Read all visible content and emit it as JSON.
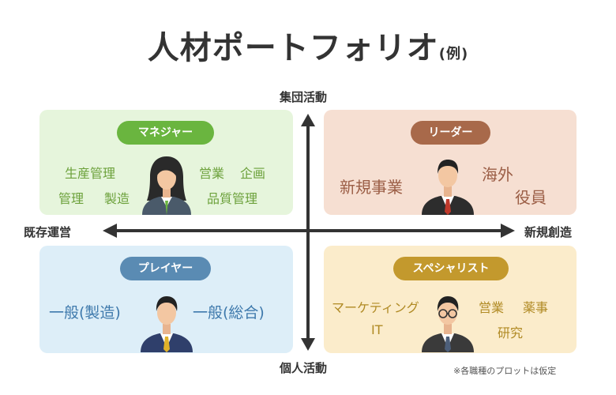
{
  "title": {
    "main": "人材ポートフォリオ",
    "sub": "(例)"
  },
  "axes": {
    "top": "集団活動",
    "bottom": "個人活動",
    "left": "既存運営",
    "right": "新規創造"
  },
  "quadrants": {
    "manager": {
      "badge": "マネジャー",
      "color": "#6ab53f",
      "items": [
        "生産管理",
        "管理",
        "製造",
        "営業",
        "企画",
        "品質管理"
      ]
    },
    "leader": {
      "badge": "リーダー",
      "color": "#a8694a",
      "items": [
        "新規事業",
        "海外",
        "役員"
      ]
    },
    "player": {
      "badge": "プレイヤー",
      "color": "#5a8bb3",
      "items": [
        "一般(製造)",
        "一般(総合)"
      ]
    },
    "specialist": {
      "badge": "スペシャリスト",
      "color": "#c3992d",
      "items": [
        "マーケティング",
        "営業",
        "薬事",
        "IT",
        "研究"
      ]
    }
  },
  "note": "※各職種のプロットは仮定",
  "icons": [
    "woman-manager-icon",
    "man-leader-icon",
    "man-player-icon",
    "man-glasses-specialist-icon",
    "four-way-arrow-icon"
  ]
}
